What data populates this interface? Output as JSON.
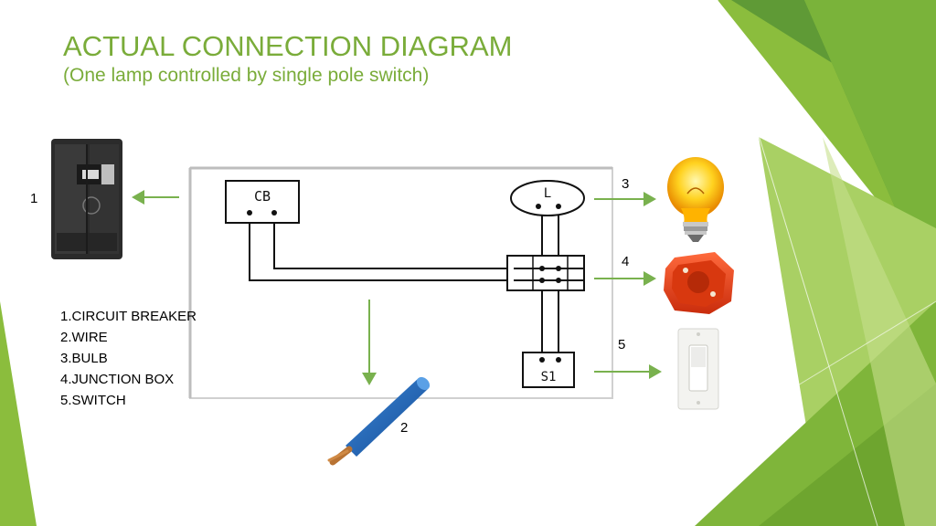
{
  "slide": {
    "title": "ACTUAL CONNECTION DIAGRAM",
    "subtitle": "(One lamp controlled by single pole switch)"
  },
  "diagram": {
    "box_labels": {
      "circuit_breaker": "CB",
      "lamp": "L",
      "switch": "S1"
    },
    "callout_numbers": [
      "1",
      "2",
      "3",
      "4",
      "5"
    ]
  },
  "legend": {
    "items": [
      "1.CIRCUIT BREAKER",
      "2.WIRE",
      "3.BULB",
      "4.JUNCTION BOX",
      "5.SWITCH"
    ]
  },
  "colors": {
    "accent": "#7aac3a",
    "arrow": "#79b14e",
    "line": "#111111"
  }
}
